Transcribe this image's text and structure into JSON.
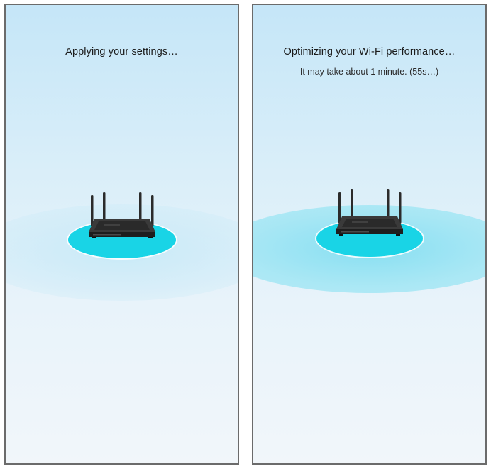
{
  "screens": [
    {
      "title": "Applying your settings…",
      "subtitle": ""
    },
    {
      "title": "Optimizing your Wi-Fi performance…",
      "subtitle": "It may take about 1 minute. (55s…)"
    }
  ],
  "icons": {
    "device": "router-icon"
  },
  "colors": {
    "pad": "#19d4e6",
    "wave_active": "#9fe6f3",
    "background_top": "#c5e6f8",
    "background_bottom": "#f1f6fa",
    "router_body": "#2b2b2b"
  }
}
